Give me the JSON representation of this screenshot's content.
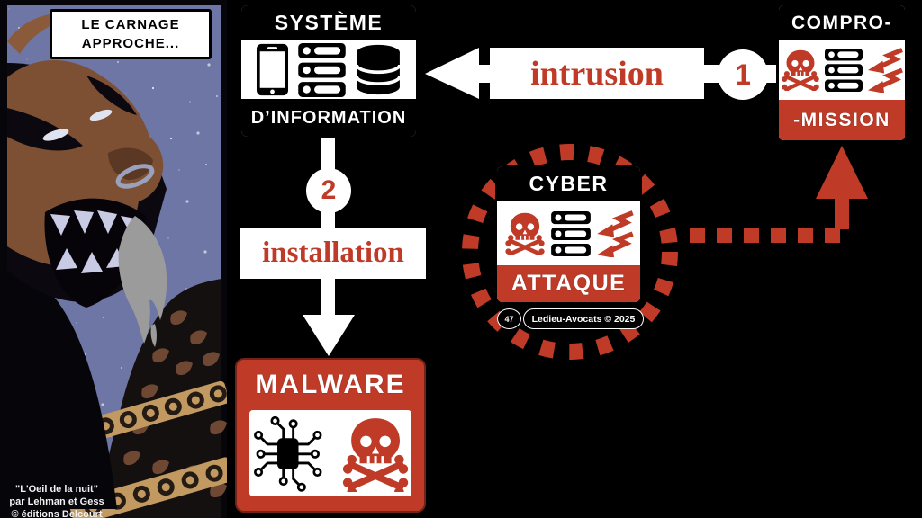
{
  "colors": {
    "accent_red": "#bf3a27",
    "band_black": "#000000",
    "panel_white": "#ffffff",
    "comic_sky": "#6d76a4"
  },
  "comic": {
    "speech": "LE CARNAGE APPROCHE...",
    "credits": [
      "\"L'Oeil de la nuit\"",
      "par Lehman et Gess",
      "© éditions Delcourt"
    ]
  },
  "system_box": {
    "title_top": "SYSTÈME",
    "title_bottom": "D’INFORMATION"
  },
  "steps": {
    "one": {
      "number": "1",
      "label": "intrusion"
    },
    "two": {
      "number": "2",
      "label": "installation"
    }
  },
  "malware_box": {
    "title": "MALWARE"
  },
  "compromission_box": {
    "title_top": "COMPRO-",
    "title_bottom": "-MISSION"
  },
  "cyber_box": {
    "title_top": "CYBER",
    "title_bottom": "ATTAQUE"
  },
  "footer_badge": {
    "page_number": "47",
    "credit": "Ledieu-Avocats © 2025"
  }
}
